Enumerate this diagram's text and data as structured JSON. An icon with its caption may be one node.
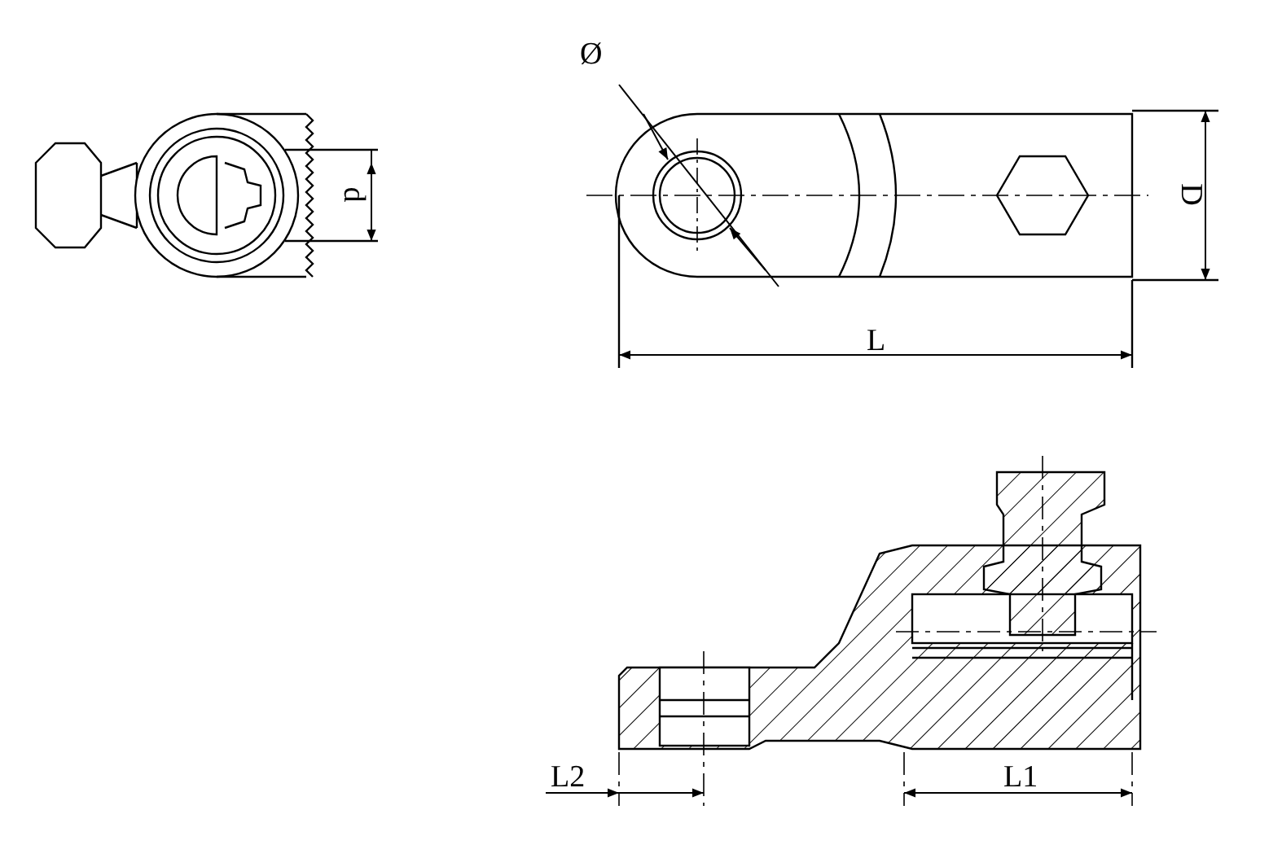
{
  "diagram": {
    "labels": [
      "Ø",
      "d",
      "D",
      "L",
      "L2",
      "L1"
    ]
  }
}
